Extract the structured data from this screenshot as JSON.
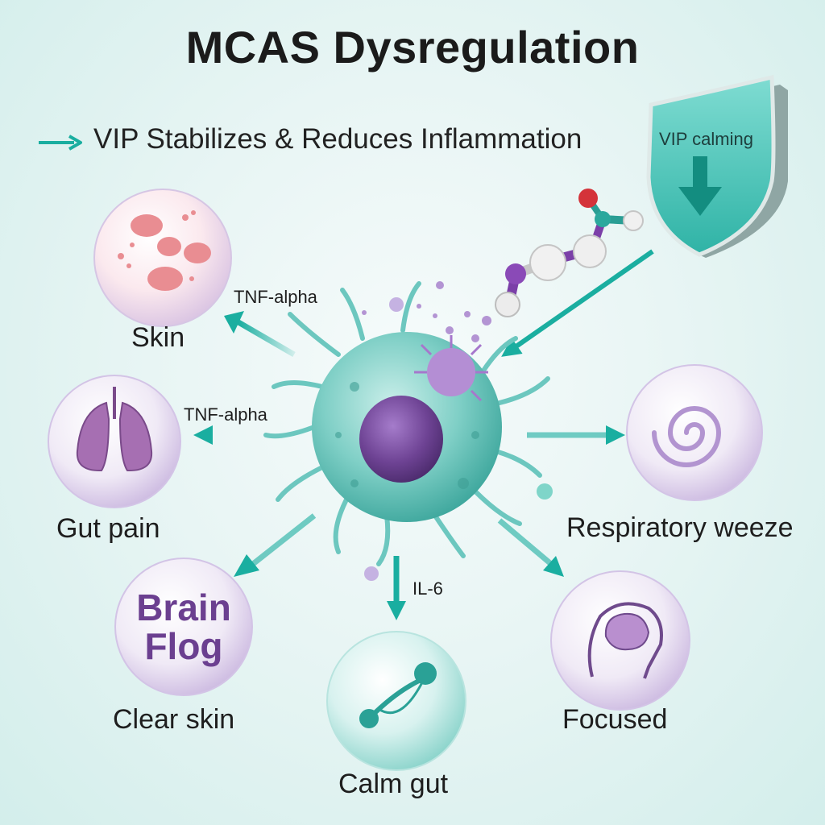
{
  "title": "MCAS Dysregulation",
  "subtitle": "VIP Stabilizes & Reduces Inflammation",
  "shield": {
    "label": "VIP calming"
  },
  "mediators": {
    "skin_arrow": "TNF-alpha",
    "lung_arrow": "TNF-alpha",
    "gut_arrow": "IL-6"
  },
  "nodes": {
    "skin": "Skin",
    "gut_pain": "Gut pain",
    "respiratory": "Respiratory weeze",
    "clear_skin": "Clear skin",
    "calm_gut": "Calm gut",
    "focused": "Focused",
    "brain_flog_line1": "Brain",
    "brain_flog_line2": "Flog"
  },
  "colors": {
    "teal": "#1aaea0",
    "purple": "#7b4ea6",
    "cell": "#6cc7bf",
    "nucleus": "#6a3f8e"
  }
}
